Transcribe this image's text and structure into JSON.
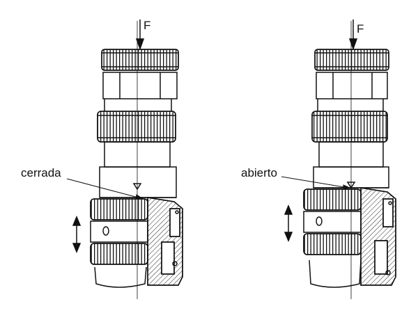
{
  "left_view": {
    "force_label": "F",
    "state_label": "cerrada"
  },
  "right_view": {
    "force_label": "F",
    "state_label": "abierto"
  },
  "colors": {
    "line": "#111111",
    "hatch": "#222222",
    "background": "#ffffff"
  }
}
